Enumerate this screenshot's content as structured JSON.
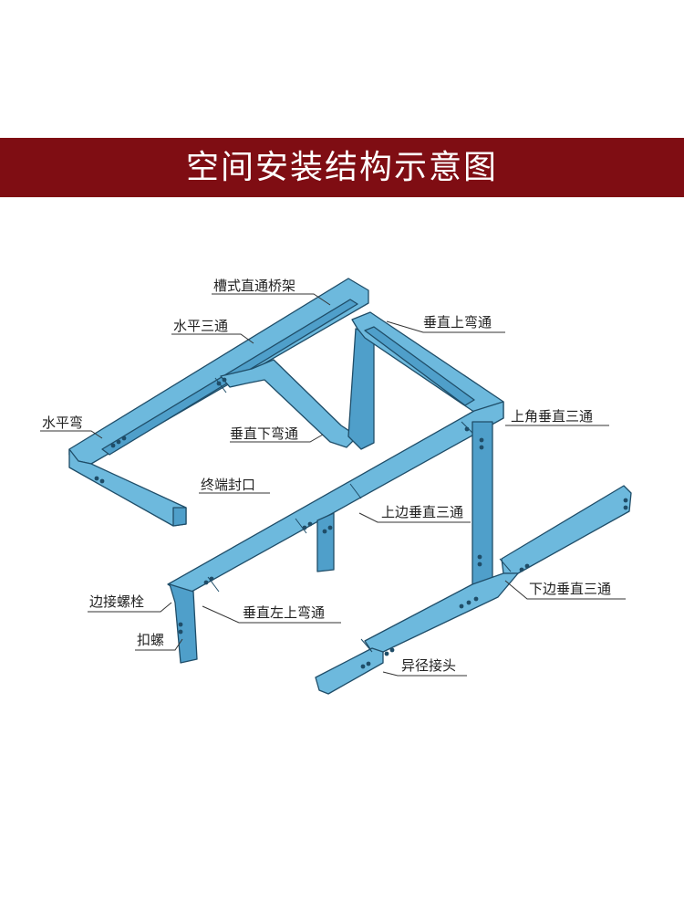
{
  "title": "空间安装结构示意图",
  "colors": {
    "banner": "#7f0d13",
    "tray_face": "#6db9dd",
    "tray_side": "#4f9fca",
    "tray_outline": "#1f4d68"
  },
  "labels": {
    "trough_straight": "槽式直通桥架",
    "horizontal_tee": "水平三通",
    "horizontal_bend": "水平弯",
    "vertical_down_bend": "垂直下弯通",
    "end_cap": "终端封口",
    "vertical_up_bend": "垂直上弯通",
    "upper_corner_vertical_tee": "上角垂直三通",
    "upper_side_vertical_tee": "上边垂直三通",
    "side_joint_bolt": "边接螺栓",
    "vertical_left_up_bend": "垂直左上弯通",
    "lower_side_vertical_tee": "下边垂直三通",
    "buckle_screw": "扣螺",
    "reducer_joint": "异径接头"
  }
}
